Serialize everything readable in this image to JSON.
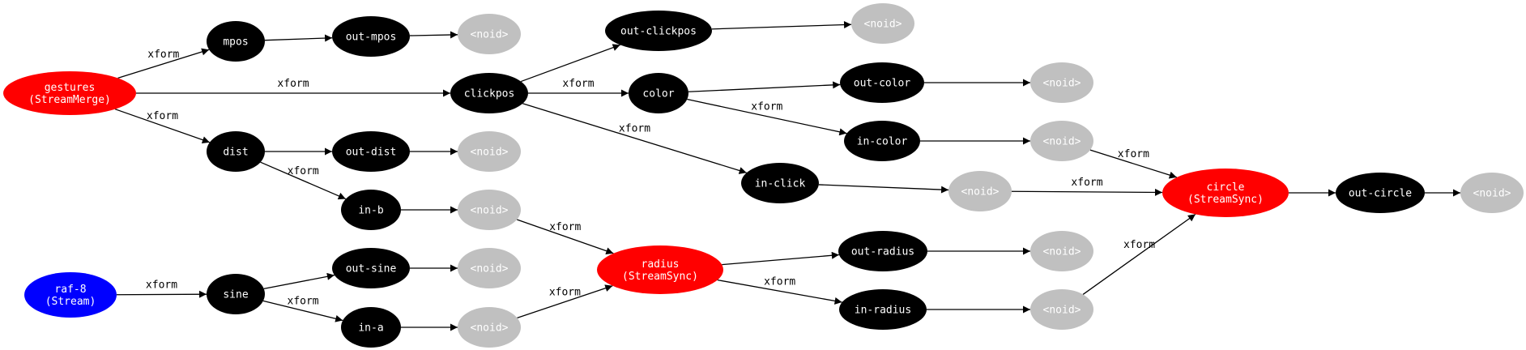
{
  "colors": {
    "merge": "#ff0000",
    "sync": "#ff0000",
    "stream": "#0000ff",
    "op": "#000000",
    "noid": "#c0c0c0",
    "text": "#ffffff",
    "edge": "#000000"
  },
  "nodes": [
    {
      "id": "gestures",
      "lines": [
        "gestures",
        "(StreamMerge)"
      ],
      "kind": "merge"
    },
    {
      "id": "mpos",
      "lines": [
        "mpos"
      ],
      "kind": "op"
    },
    {
      "id": "out-mpos",
      "lines": [
        "out-mpos"
      ],
      "kind": "op"
    },
    {
      "id": "noid-mpos",
      "lines": [
        "<noid>"
      ],
      "kind": "noid"
    },
    {
      "id": "clickpos",
      "lines": [
        "clickpos"
      ],
      "kind": "op"
    },
    {
      "id": "out-clickpos",
      "lines": [
        "out-clickpos"
      ],
      "kind": "op"
    },
    {
      "id": "noid-clickpos",
      "lines": [
        "<noid>"
      ],
      "kind": "noid"
    },
    {
      "id": "color",
      "lines": [
        "color"
      ],
      "kind": "op"
    },
    {
      "id": "out-color",
      "lines": [
        "out-color"
      ],
      "kind": "op"
    },
    {
      "id": "noid-color",
      "lines": [
        "<noid>"
      ],
      "kind": "noid"
    },
    {
      "id": "in-color",
      "lines": [
        "in-color"
      ],
      "kind": "op"
    },
    {
      "id": "noid-in-color",
      "lines": [
        "<noid>"
      ],
      "kind": "noid"
    },
    {
      "id": "dist",
      "lines": [
        "dist"
      ],
      "kind": "op"
    },
    {
      "id": "out-dist",
      "lines": [
        "out-dist"
      ],
      "kind": "op"
    },
    {
      "id": "noid-dist",
      "lines": [
        "<noid>"
      ],
      "kind": "noid"
    },
    {
      "id": "in-b",
      "lines": [
        "in-b"
      ],
      "kind": "op"
    },
    {
      "id": "noid-in-b",
      "lines": [
        "<noid>"
      ],
      "kind": "noid"
    },
    {
      "id": "in-click",
      "lines": [
        "in-click"
      ],
      "kind": "op"
    },
    {
      "id": "noid-in-click",
      "lines": [
        "<noid>"
      ],
      "kind": "noid"
    },
    {
      "id": "circle",
      "lines": [
        "circle",
        "(StreamSync)"
      ],
      "kind": "sync"
    },
    {
      "id": "out-circle",
      "lines": [
        "out-circle"
      ],
      "kind": "op"
    },
    {
      "id": "noid-circle",
      "lines": [
        "<noid>"
      ],
      "kind": "noid"
    },
    {
      "id": "raf-8",
      "lines": [
        "raf-8",
        "(Stream)"
      ],
      "kind": "stream"
    },
    {
      "id": "sine",
      "lines": [
        "sine"
      ],
      "kind": "op"
    },
    {
      "id": "out-sine",
      "lines": [
        "out-sine"
      ],
      "kind": "op"
    },
    {
      "id": "noid-sine",
      "lines": [
        "<noid>"
      ],
      "kind": "noid"
    },
    {
      "id": "in-a",
      "lines": [
        "in-a"
      ],
      "kind": "op"
    },
    {
      "id": "noid-in-a",
      "lines": [
        "<noid>"
      ],
      "kind": "noid"
    },
    {
      "id": "radius",
      "lines": [
        "radius",
        "(StreamSync)"
      ],
      "kind": "sync"
    },
    {
      "id": "out-radius",
      "lines": [
        "out-radius"
      ],
      "kind": "op"
    },
    {
      "id": "noid-out-radius",
      "lines": [
        "<noid>"
      ],
      "kind": "noid"
    },
    {
      "id": "in-radius",
      "lines": [
        "in-radius"
      ],
      "kind": "op"
    },
    {
      "id": "noid-in-radius",
      "lines": [
        "<noid>"
      ],
      "kind": "noid"
    }
  ],
  "edges": [
    {
      "from": "gestures",
      "to": "mpos",
      "label": "xform"
    },
    {
      "from": "gestures",
      "to": "clickpos",
      "label": "xform"
    },
    {
      "from": "gestures",
      "to": "dist",
      "label": "xform"
    },
    {
      "from": "mpos",
      "to": "out-mpos",
      "label": ""
    },
    {
      "from": "out-mpos",
      "to": "noid-mpos",
      "label": ""
    },
    {
      "from": "clickpos",
      "to": "out-clickpos",
      "label": ""
    },
    {
      "from": "out-clickpos",
      "to": "noid-clickpos",
      "label": ""
    },
    {
      "from": "clickpos",
      "to": "color",
      "label": "xform"
    },
    {
      "from": "clickpos",
      "to": "in-click",
      "label": "xform"
    },
    {
      "from": "color",
      "to": "out-color",
      "label": ""
    },
    {
      "from": "out-color",
      "to": "noid-color",
      "label": ""
    },
    {
      "from": "color",
      "to": "in-color",
      "label": "xform"
    },
    {
      "from": "in-color",
      "to": "noid-in-color",
      "label": ""
    },
    {
      "from": "noid-in-color",
      "to": "circle",
      "label": "xform"
    },
    {
      "from": "in-click",
      "to": "noid-in-click",
      "label": ""
    },
    {
      "from": "noid-in-click",
      "to": "circle",
      "label": "xform"
    },
    {
      "from": "dist",
      "to": "out-dist",
      "label": ""
    },
    {
      "from": "out-dist",
      "to": "noid-dist",
      "label": ""
    },
    {
      "from": "dist",
      "to": "in-b",
      "label": "xform"
    },
    {
      "from": "in-b",
      "to": "noid-in-b",
      "label": ""
    },
    {
      "from": "noid-in-b",
      "to": "radius",
      "label": "xform"
    },
    {
      "from": "circle",
      "to": "out-circle",
      "label": ""
    },
    {
      "from": "out-circle",
      "to": "noid-circle",
      "label": ""
    },
    {
      "from": "raf-8",
      "to": "sine",
      "label": "xform"
    },
    {
      "from": "sine",
      "to": "out-sine",
      "label": ""
    },
    {
      "from": "out-sine",
      "to": "noid-sine",
      "label": ""
    },
    {
      "from": "sine",
      "to": "in-a",
      "label": "xform"
    },
    {
      "from": "in-a",
      "to": "noid-in-a",
      "label": ""
    },
    {
      "from": "noid-in-a",
      "to": "radius",
      "label": "xform"
    },
    {
      "from": "radius",
      "to": "out-radius",
      "label": ""
    },
    {
      "from": "out-radius",
      "to": "noid-out-radius",
      "label": ""
    },
    {
      "from": "radius",
      "to": "in-radius",
      "label": "xform"
    },
    {
      "from": "in-radius",
      "to": "noid-in-radius",
      "label": ""
    },
    {
      "from": "noid-in-radius",
      "to": "circle",
      "label": "xform"
    }
  ]
}
